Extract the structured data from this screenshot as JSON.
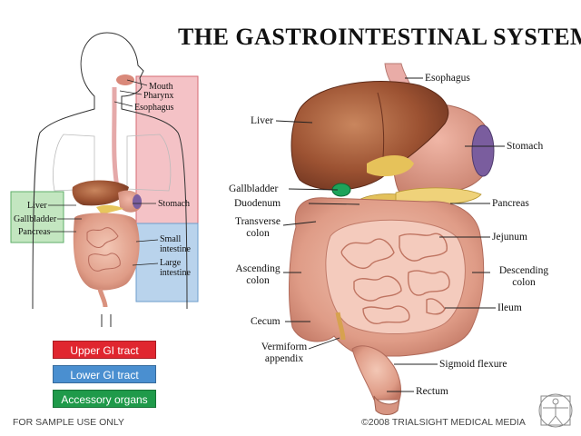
{
  "title": "THE GASTROINTESTINAL SYSTEM",
  "small_figure": {
    "labels": {
      "mouth": "Mouth",
      "pharynx": "Pharynx",
      "esophagus": "Esophagus",
      "liver": "Liver",
      "gallbladder": "Gallbladder",
      "pancreas": "Pancreas",
      "stomach": "Stomach",
      "small_intestine": "Small\nintestine",
      "large_intestine": "Large\nintestine"
    },
    "region_colors": {
      "upper": "#f2b8bd",
      "lower": "#aac8e6",
      "accessory": "#b6dfb4"
    }
  },
  "large_figure": {
    "labels": {
      "esophagus": "Esophagus",
      "liver": "Liver",
      "stomach": "Stomach",
      "gallbladder": "Gallbladder",
      "duodenum": "Duodenum",
      "pancreas": "Pancreas",
      "transverse_colon": "Transverse\ncolon",
      "jejunum": "Jejunum",
      "ascending_colon": "Ascending\ncolon",
      "descending_colon": "Descending\ncolon",
      "ileum": "Ileum",
      "cecum": "Cecum",
      "vermiform_appendix": "Vermiform\nappendix",
      "sigmoid_flexure": "Sigmoid flexure",
      "rectum": "Rectum"
    }
  },
  "legend": [
    {
      "label": "Upper GI tract",
      "color": "#e0262f"
    },
    {
      "label": "Lower GI tract",
      "color": "#4a8fd0"
    },
    {
      "label": "Accessory organs",
      "color": "#1f9a4a"
    }
  ],
  "footer": {
    "left": "FOR SAMPLE USE ONLY",
    "right": "©2008 TRIALSIGHT MEDICAL MEDIA"
  },
  "logo_icon": "vitruvian-man-icon"
}
